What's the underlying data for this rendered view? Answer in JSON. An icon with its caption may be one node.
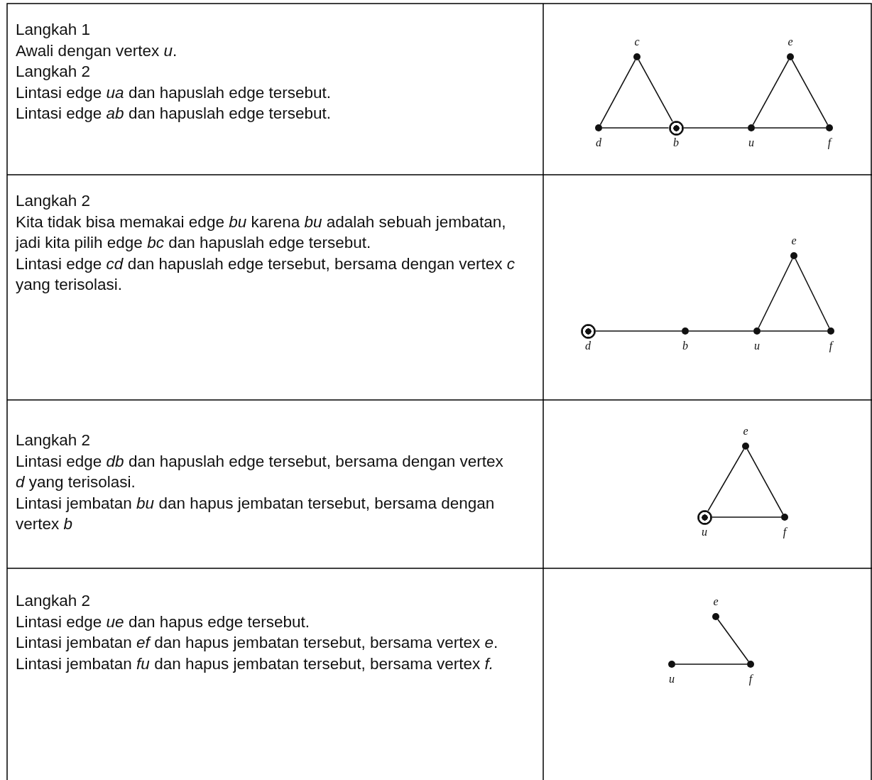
{
  "diagram": {
    "nodes": [
      {
        "text": [],
        "shape": "circle",
        "beside": [
          "c"
        ]
      },
      {
        "text": [],
        "shape": "circle",
        "beside": [
          "e"
        ]
      },
      {
        "text": [],
        "shape": "circle",
        "beside": [
          "d"
        ]
      },
      {
        "text": [],
        "shape": "circle",
        "beside": [
          "b"
        ]
      },
      {
        "text": [],
        "shape": "circle",
        "beside": [
          "u"
        ]
      },
      {
        "text": [],
        "shape": "circle",
        "beside": [
          "f"
        ]
      },
      {
        "text": [],
        "shape": "circle",
        "beside": [
          "e"
        ]
      },
      {
        "text": [],
        "shape": "circle",
        "beside": [
          "d"
        ]
      },
      {
        "text": [],
        "shape": "circle",
        "beside": [
          "b"
        ]
      },
      {
        "text": [],
        "shape": "circle",
        "beside": [
          "u"
        ]
      },
      {
        "text": [],
        "shape": "circle",
        "beside": [
          "f"
        ]
      },
      {
        "text": [],
        "shape": "circle",
        "beside": [
          "e"
        ]
      },
      {
        "text": [],
        "shape": "circle",
        "beside": [
          "u"
        ]
      },
      {
        "text": [],
        "shape": "circle",
        "beside": [
          "f"
        ]
      },
      {
        "text": [],
        "shape": "circle",
        "beside": [
          "e"
        ]
      },
      {
        "text": [],
        "shape": "circle",
        "beside": [
          "u"
        ]
      },
      {
        "text": [],
        "shape": "circle",
        "beside": [
          "f"
        ]
      }
    ],
    "edges": [
      {
        "from": 2,
        "to": 0,
        "arrow": "none"
      },
      {
        "from": 0,
        "to": 3,
        "arrow": "none"
      },
      {
        "from": 2,
        "to": 3,
        "arrow": "none"
      },
      {
        "from": 3,
        "to": 4,
        "arrow": "none"
      },
      {
        "from": 4,
        "to": 1,
        "arrow": "none"
      },
      {
        "from": 1,
        "to": 5,
        "arrow": "none"
      },
      {
        "from": 4,
        "to": 5,
        "arrow": "none"
      },
      {
        "from": 7,
        "to": 8,
        "arrow": "none"
      },
      {
        "from": 8,
        "to": 9,
        "arrow": "none"
      },
      {
        "from": 9,
        "to": 6,
        "arrow": "none"
      },
      {
        "from": 6,
        "to": 10,
        "arrow": "none"
      },
      {
        "from": 9,
        "to": 10,
        "arrow": "none"
      },
      {
        "from": 12,
        "to": 11,
        "arrow": "none"
      },
      {
        "from": 11,
        "to": 13,
        "arrow": "none"
      },
      {
        "from": 12,
        "to": 13,
        "arrow": "none"
      },
      {
        "from": 14,
        "to": 16,
        "arrow": "none"
      },
      {
        "from": 15,
        "to": 16,
        "arrow": "none"
      }
    ],
    "labels": [
      "Langkah 1",
      "Awali dengan vertex *u*.",
      "Langkah 2",
      "Lintasi edge *ua* dan hapuslah edge tersebut.",
      "Lintasi edge *ab* dan hapuslah edge tersebut.",
      "Langkah 2",
      "Kita tidak bisa memakai edge *bu* karena *bu* adalah sebuah jembatan, jadi kita pilih edge *bc* dan hapuslah edge tersebut.",
      "Lintasi edge *cd* dan hapuslah edge tersebut, bersama dengan vertex *c* yang terisolasi.",
      "Langkah 2",
      "Lintasi edge *db* dan hapuslah edge tersebut, bersama dengan vertex *d* yang terisolasi.",
      "Lintasi jembatan *bu* dan hapus jembatan tersebut, bersama dengan vertex *b*",
      "Langkah 2",
      "Lintasi edge *ue* dan hapus edge tersebut.",
      "Lintasi jembatan *ef* dan hapus jembatan tersebut, bersama vertex *e*.",
      "Lintasi jembatan *fu* dan hapus jembatan tersebut, bersama vertex *f.*"
    ]
  }
}
